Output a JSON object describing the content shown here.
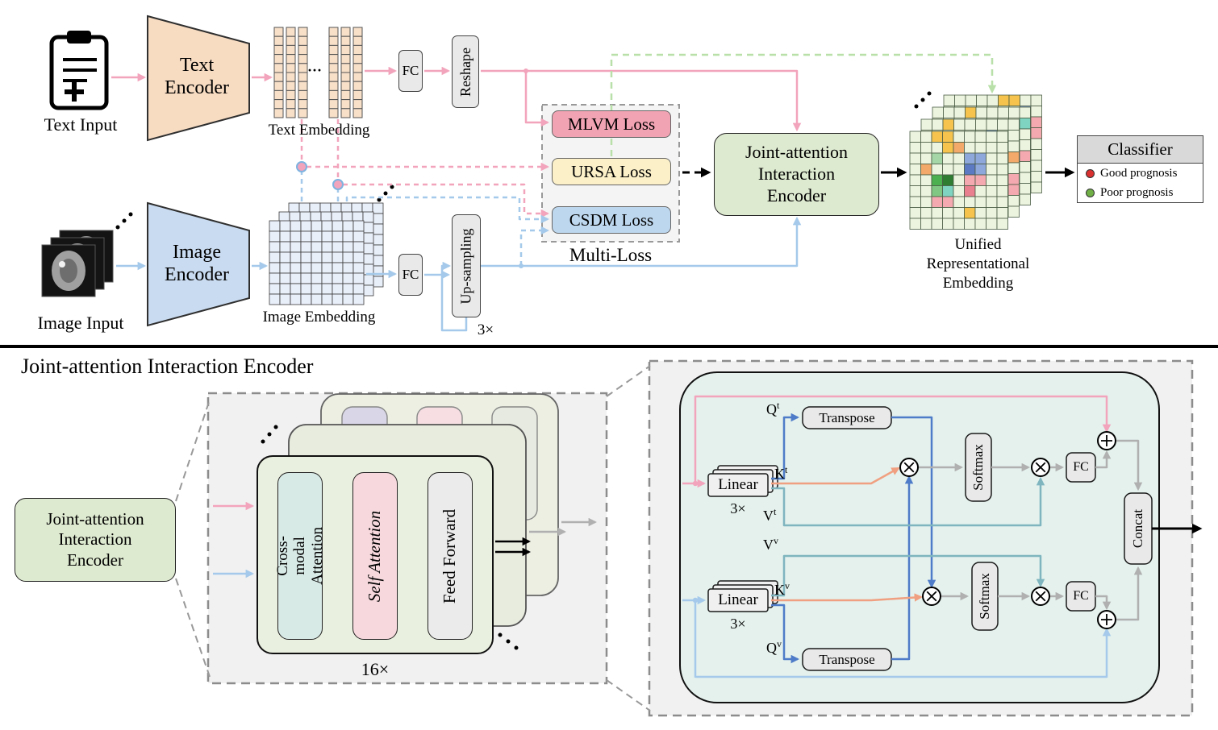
{
  "colors": {
    "pink": "#F2A4BC",
    "blue": "#A4C9EA",
    "green_dash": "#B8E0A8",
    "orange": "#F0A080",
    "teal": "#7FB5BF",
    "dark_blue": "#4F7CC8",
    "gray": "#B0B0B0",
    "text_encoder_fill": "#F8DCC2",
    "image_encoder_fill": "#C9DBF0",
    "jaie_fill": "#DEEAD0",
    "mlvm_fill": "#F2A3B3",
    "ursa_fill": "#FBF0C8",
    "csdm_fill": "#BDD7EE",
    "classifier_header_fill": "#D9D9D9",
    "cross_modal_fill": "#D8EAE6",
    "self_attention_fill": "#F7D9DD",
    "feed_forward_fill": "#EBEBEB",
    "detail_box_fill": "#E4F1ED"
  },
  "top": {
    "text_input": "Text Input",
    "text_encoder": "Text\nEncoder",
    "text_embedding": "Text Embedding",
    "dots": "···",
    "fc": "FC",
    "reshape": "Reshape",
    "image_input": "Image Input",
    "image_encoder": "Image\nEncoder",
    "image_embedding": "Image Embedding",
    "upsampling": "Up-sampling",
    "upsampling_times": "3×",
    "multi_loss": {
      "title": "Multi-Loss",
      "mlvm": "MLVM Loss",
      "ursa": "URSA Loss",
      "csdm": "CSDM Loss"
    },
    "jaie": "Joint-attention\nInteraction\nEncoder",
    "unified": "Unified\nRepresentational\nEmbedding",
    "classifier": {
      "title": "Classifier",
      "legend": [
        {
          "label": "Good prognosis",
          "color": "#D93030"
        },
        {
          "label": "Poor prognosis",
          "color": "#6FAF46"
        }
      ]
    }
  },
  "bottom": {
    "section_title": "Joint-attention Interaction Encoder",
    "jaie": "Joint-attention\nInteraction\nEncoder",
    "stack": {
      "cross_modal": "Cross-modal\nAttention",
      "self_attention": "Self Attention",
      "feed_forward": "Feed Forward",
      "times": "16×"
    },
    "detail": {
      "linear": "Linear",
      "times": "3×",
      "transpose": "Transpose",
      "softmax": "Softmax",
      "fc": "FC",
      "concat": "Concat",
      "q": "Q",
      "k": "K",
      "v": "V",
      "sup_t": "t",
      "sup_v": "v"
    }
  },
  "unified_grids": [
    {
      "cells": [
        [
          0,
          5,
          "#F6C34C"
        ],
        [
          0,
          6,
          "#F6C34C"
        ],
        [
          1,
          7,
          "#8FA8DC"
        ],
        [
          2,
          8,
          "#F4A9B0"
        ],
        [
          3,
          8,
          "#F4A9B0"
        ]
      ]
    },
    {
      "cells": [
        [
          0,
          3,
          "#F6C34C"
        ],
        [
          1,
          8,
          "#7FD4C1"
        ],
        [
          2,
          7,
          "#5C79C4"
        ],
        [
          4,
          8,
          "#F4A9B0"
        ]
      ]
    },
    {
      "cells": [
        [
          0,
          2,
          "#F6C34C"
        ],
        [
          1,
          6,
          "#8FA8DC"
        ],
        [
          3,
          8,
          "#F2A96A"
        ],
        [
          5,
          8,
          "#F4A9B0"
        ],
        [
          6,
          8,
          "#F4A9B0"
        ]
      ]
    },
    {
      "cells": [
        [
          0,
          2,
          "#F6C34C"
        ],
        [
          0,
          3,
          "#F6C34C"
        ],
        [
          1,
          3,
          "#F6C34C"
        ],
        [
          1,
          4,
          "#F2A96A"
        ],
        [
          2,
          2,
          "#A5D6A7"
        ],
        [
          2,
          5,
          "#8FA8DC"
        ],
        [
          2,
          6,
          "#8FA8DC"
        ],
        [
          3,
          1,
          "#F2A96A"
        ],
        [
          3,
          5,
          "#5C79C4"
        ],
        [
          3,
          6,
          "#8FA8DC"
        ],
        [
          4,
          2,
          "#4CAF50"
        ],
        [
          4,
          3,
          "#2E7D32"
        ],
        [
          4,
          5,
          "#F4A9B0"
        ],
        [
          4,
          6,
          "#F4A9B0"
        ],
        [
          5,
          2,
          "#81C784"
        ],
        [
          5,
          3,
          "#7FD4C1"
        ],
        [
          5,
          5,
          "#E8808F"
        ],
        [
          6,
          2,
          "#F4A9B0"
        ],
        [
          6,
          3,
          "#F4A9B0"
        ],
        [
          7,
          5,
          "#F6C34C"
        ]
      ]
    }
  ]
}
